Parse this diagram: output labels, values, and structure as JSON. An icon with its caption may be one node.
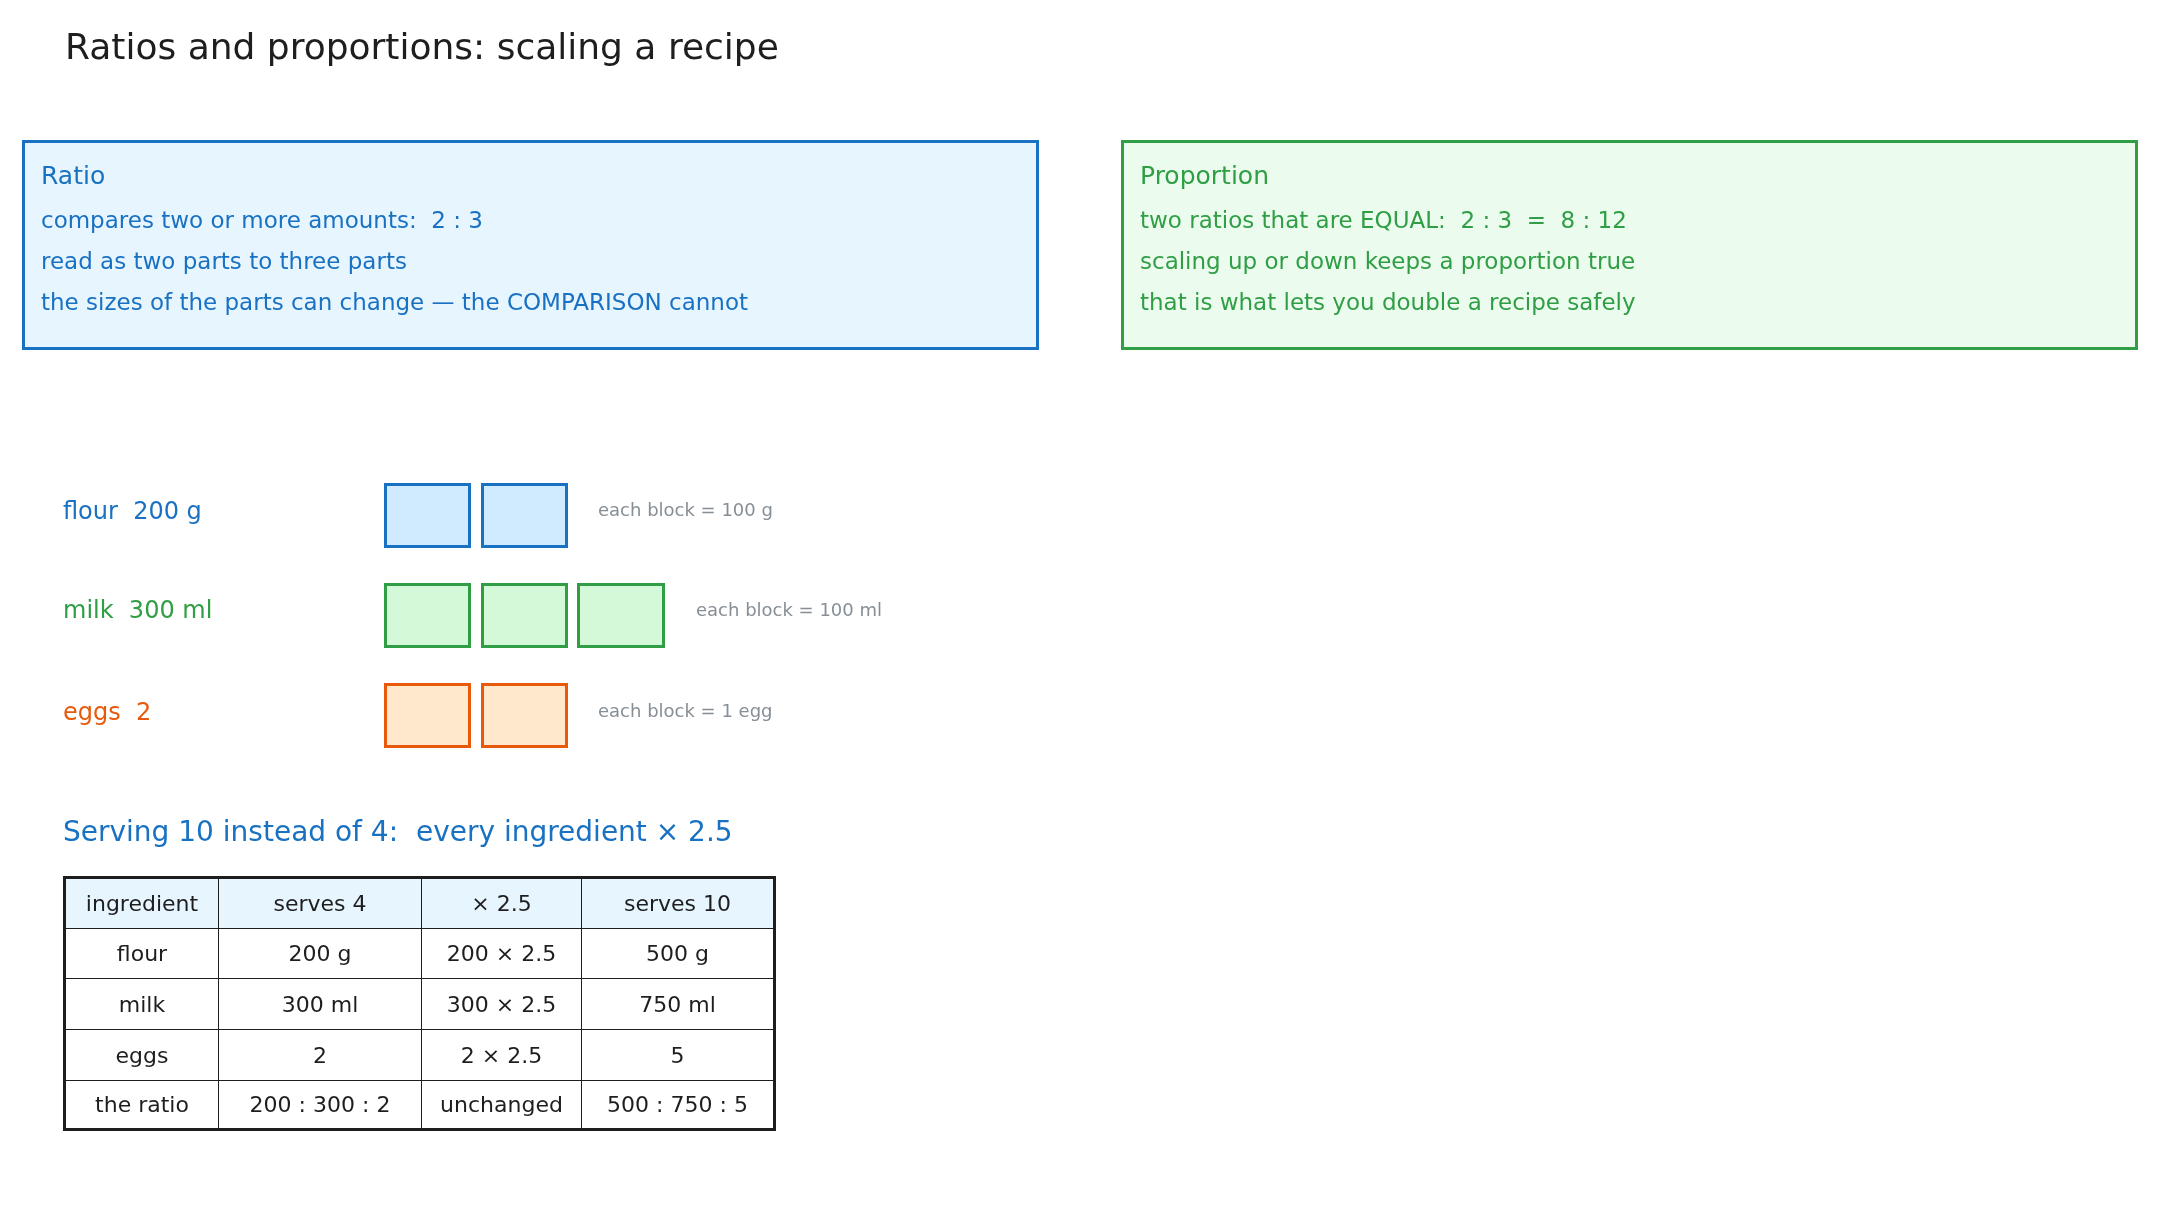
{
  "diagram": {
    "title": "Ratios and proportions: scaling a recipe",
    "nodes": [
      {
        "text": [
          "Ratio",
          "compares two or more amounts:  2 : 3",
          "read as two parts to three parts",
          "the sizes of the parts can change — the COMPARISON cannot"
        ]
      },
      {
        "text": [
          "Proportion",
          "two ratios that are EQUAL:  2 : 3  =  8 : 12",
          "scaling up or down keeps a proportion true",
          "that is what lets you double a recipe safely"
        ]
      },
      {
        "text": [],
        "shape": "box"
      },
      {
        "text": [],
        "shape": "box"
      },
      {
        "text": [],
        "shape": "box"
      },
      {
        "text": [],
        "shape": "box"
      },
      {
        "text": [],
        "shape": "box"
      },
      {
        "text": [],
        "shape": "box"
      },
      {
        "text": [],
        "shape": "box"
      }
    ],
    "labels": [
      "flour  200 g",
      "each block = 100 g",
      "milk  300 ml",
      "each block = 100 ml",
      "eggs  2",
      "each block = 1 egg",
      "Serving 10 instead of 4:  every ingredient × 2.5",
      "ingredient",
      "serves 4",
      "× 2.5",
      "serves 10",
      "flour",
      "200 g",
      "200 × 2.5",
      "500 g",
      "milk",
      "300 ml",
      "300 × 2.5",
      "750 ml",
      "eggs",
      "2",
      "2 × 2.5",
      "5",
      "the ratio",
      "200 : 300 : 2",
      "unchanged",
      "500 : 750 : 5"
    ]
  }
}
